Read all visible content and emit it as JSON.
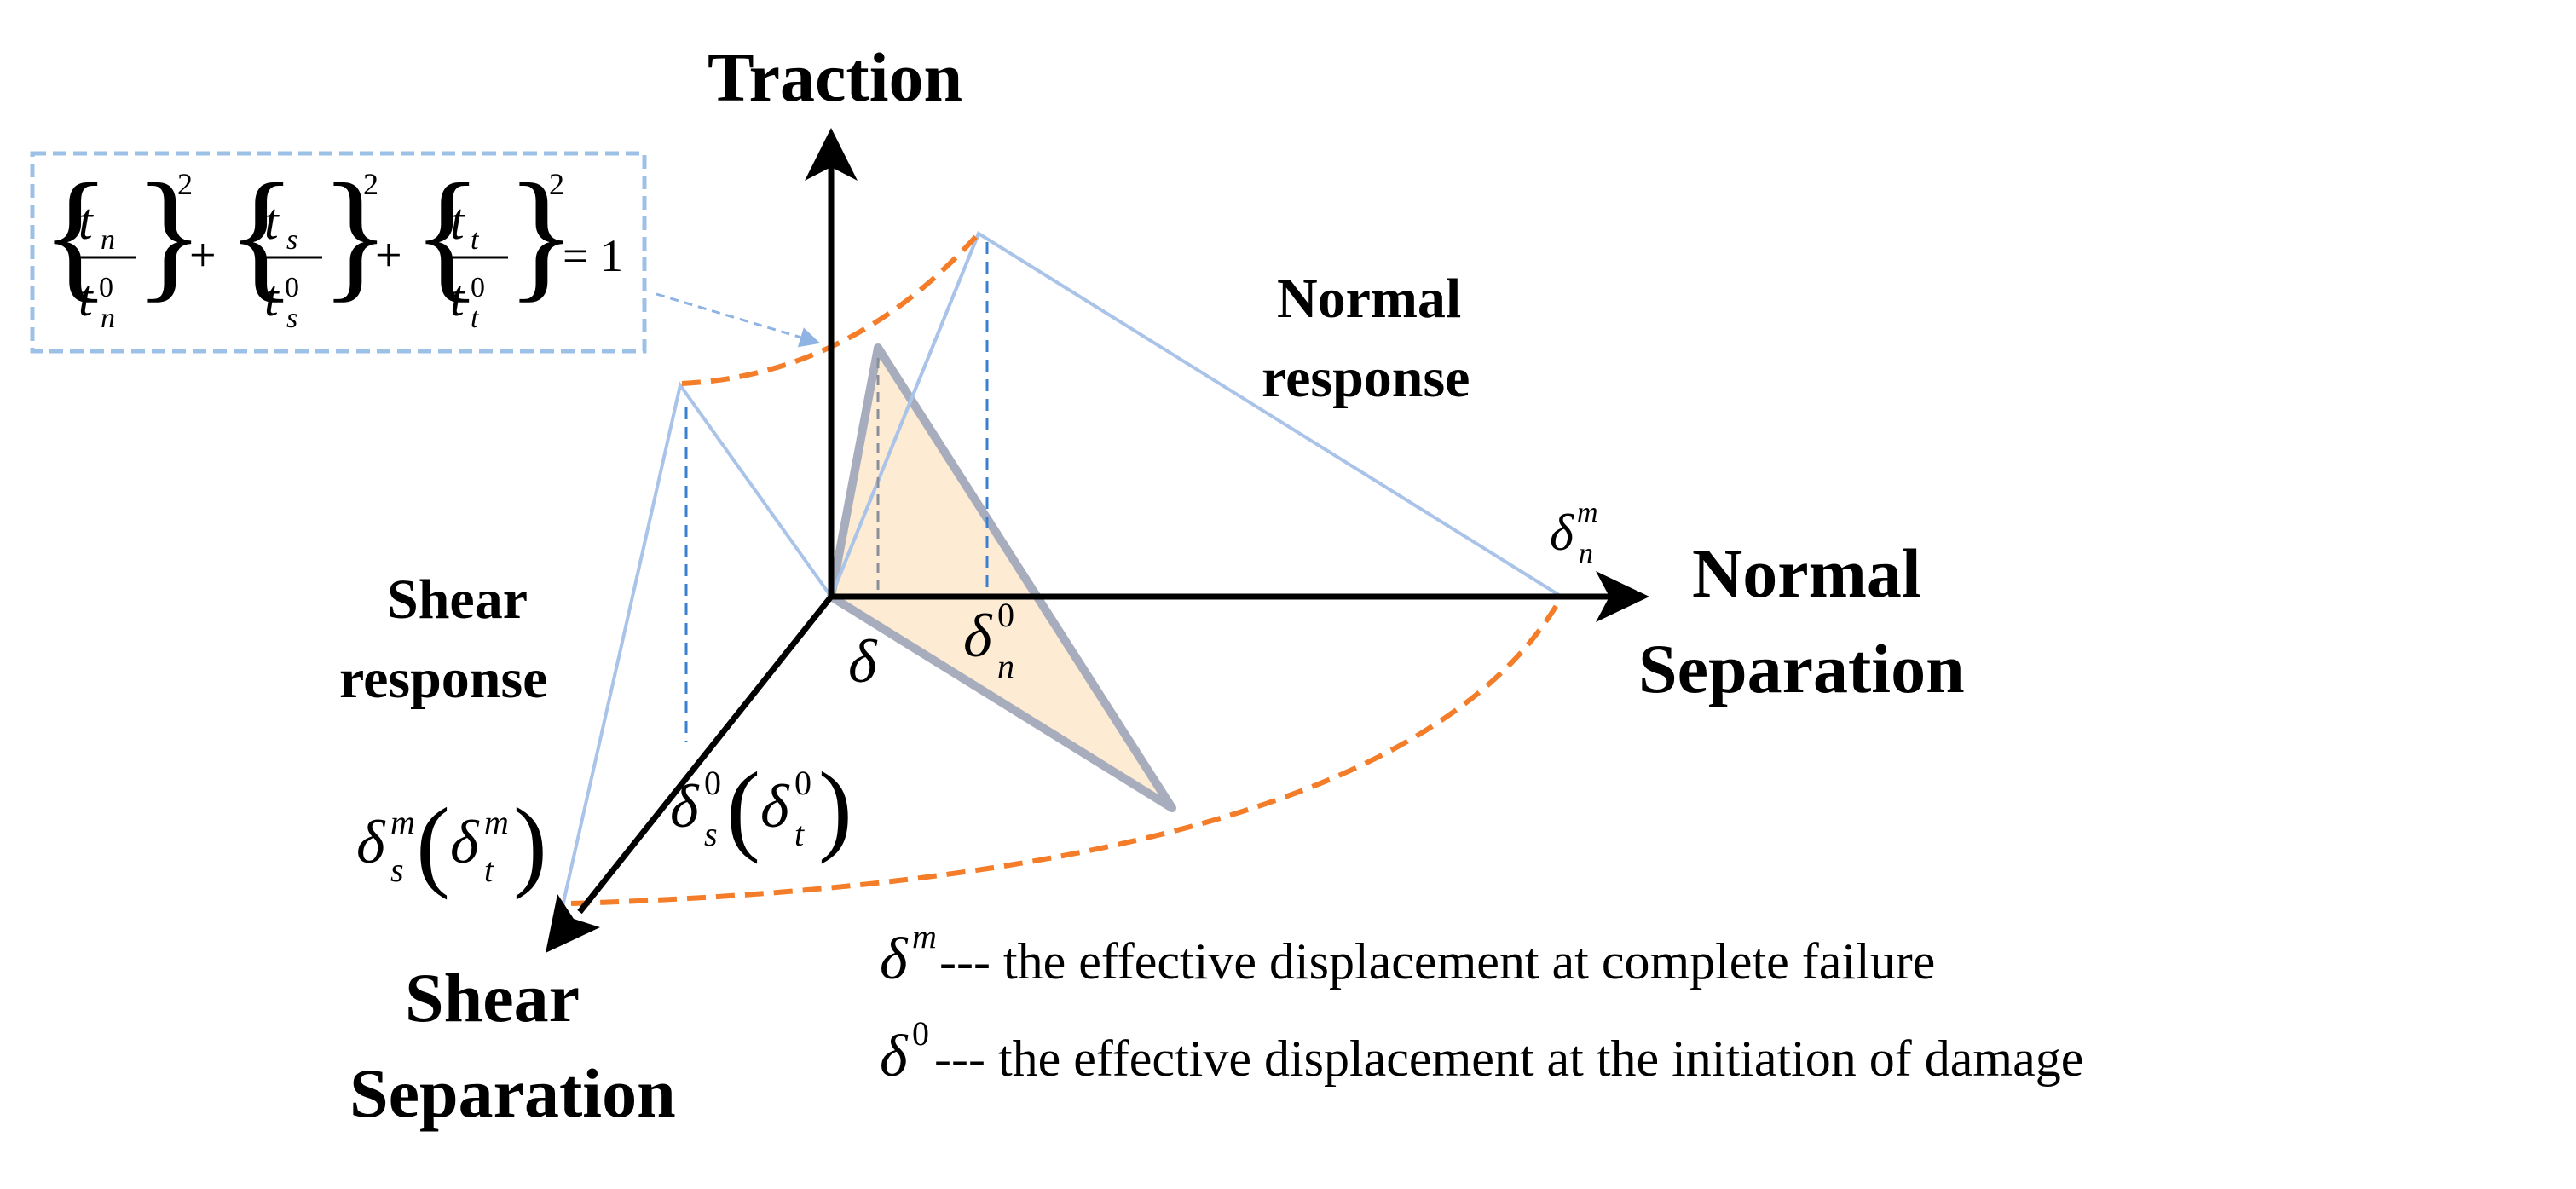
{
  "axes": {
    "traction": "Traction",
    "normal_separation": [
      "Normal",
      "Separation"
    ],
    "shear_separation": [
      "Shear",
      "Separation"
    ]
  },
  "responses": {
    "normal": [
      "Normal",
      "response"
    ],
    "shear": [
      "Shear",
      "response"
    ]
  },
  "formula": {
    "terms": [
      {
        "num_var": "t",
        "num_sub": "n",
        "den_var": "t",
        "den_sub": "n",
        "den_sup": "0"
      },
      {
        "num_var": "t",
        "num_sub": "s",
        "den_var": "t",
        "den_sub": "s",
        "den_sup": "0"
      },
      {
        "num_var": "t",
        "num_sub": "t",
        "den_var": "t",
        "den_sub": "t",
        "den_sup": "0"
      }
    ],
    "exponent": "2",
    "plus": "+",
    "equals": "= 1"
  },
  "symbols": {
    "delta": "δ",
    "m": "m",
    "zero": "0",
    "n": "n",
    "s": "s",
    "t": "t"
  },
  "legend": {
    "dm_desc": "--- the effective displacement at complete failure",
    "d0_desc": "--- the effective displacement at the initiation of damage"
  },
  "colors": {
    "axis": "#000000",
    "response_line": "#a9c4e8",
    "dash_blue": "#3a7fd0",
    "envelope": "#f47d2a",
    "triangle_fill": "#fdebd3",
    "triangle_edge": "#a7adbd",
    "formula_box": "#9dc1e6"
  }
}
